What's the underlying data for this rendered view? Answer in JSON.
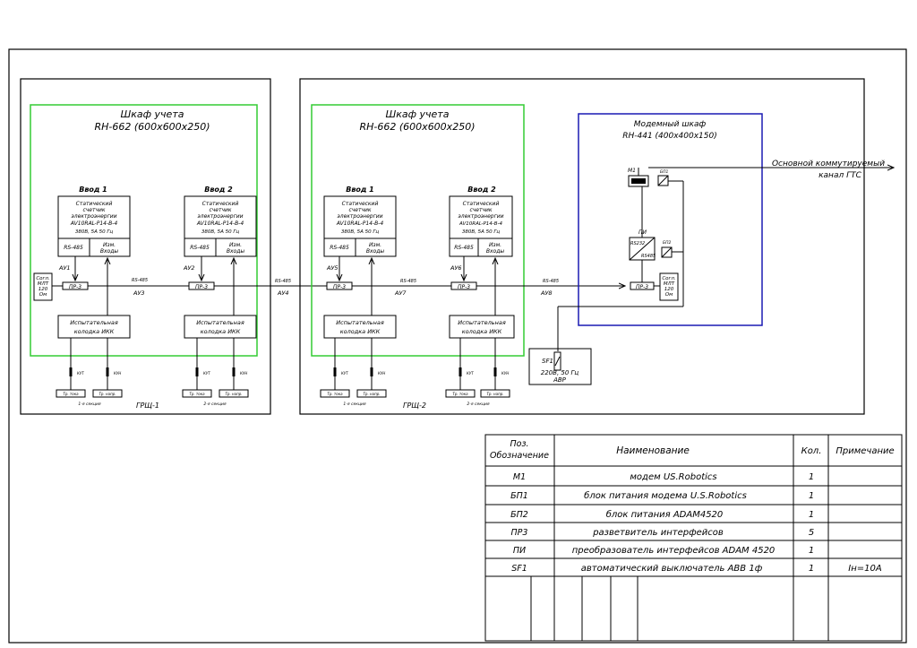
{
  "colors": {
    "cabinet_frame": "#33cc33",
    "modem_frame": "#1a1ab3",
    "ink": "#000000"
  },
  "cabinet1": {
    "title": "Шкаф учета",
    "subtitle": "RH-662 (600x600x250)",
    "label": "ГРЩ-1",
    "meter1_title": "Ввод 1",
    "meter2_title": "Ввод 2",
    "sec1": "1-я секция",
    "sec2": "2-я секция"
  },
  "cabinet2": {
    "title": "Шкаф учета",
    "subtitle": "RH-662 (600x600x250)",
    "label": "ГРЩ-2",
    "meter1_title": "Ввод 1",
    "meter2_title": "Ввод 2",
    "sec1": "1-я секция",
    "sec2": "2-я секция"
  },
  "meter": {
    "line1": "Статический",
    "line2": "счетчик",
    "line3": "электроэнергии",
    "model_a": "AV10RAL-P14-B-4",
    "model_b": "AV10RAL-P14-B-4",
    "rating": "380В, 5А 50 Гц",
    "port": "RS-485",
    "inputs_1": "Изм.",
    "inputs_2": "Входы"
  },
  "test_block": {
    "line1": "Испытательная",
    "line2": "колодка ИКК"
  },
  "splitter": "ПР-3",
  "resistor": {
    "l1": "Согл.",
    "l2": "МЛТ",
    "l3": "120",
    "l4": "Ом"
  },
  "bus": {
    "rs485": "RS-485"
  },
  "au": {
    "au1": "АУ1",
    "au2": "АУ2",
    "au3": "АУ3",
    "au4": "АУ4",
    "au5": "АУ5",
    "au6": "АУ6",
    "au7": "АУ7",
    "au8": "АУ8"
  },
  "terminals": {
    "t1": "Тр. тока",
    "t2": "Тр. напр.",
    "w1": "КУТ",
    "w2": "КУН"
  },
  "modem": {
    "title": "Модемный шкаф",
    "subtitle": "RH-441 (400x400x150)",
    "m1": "М1",
    "bp1": "БП1",
    "bp2": "БП2",
    "pi": "ПИ",
    "rs232": "RS232",
    "rs485": "RS485",
    "channel_1": "Основной коммутируемый",
    "channel_2": "канал ГТС"
  },
  "sf1": {
    "label": "SF1",
    "rating": "220В, 50 Гц",
    "note": "АВР"
  },
  "spec_table": {
    "headers": {
      "pos_1": "Поз.",
      "pos_2": "Обозначение",
      "name": "Наименование",
      "qty": "Кол.",
      "note": "Примечание"
    },
    "rows": [
      {
        "pos": "М1",
        "name": "модем US.Robotics",
        "qty": "1",
        "note": ""
      },
      {
        "pos": "БП1",
        "name": "блок питания модема U.S.Robotics",
        "qty": "1",
        "note": ""
      },
      {
        "pos": "БП2",
        "name": "блок питания ADAM4520",
        "qty": "1",
        "note": ""
      },
      {
        "pos": "ПР3",
        "name": "разветвитель интерфейсов",
        "qty": "5",
        "note": ""
      },
      {
        "pos": "ПИ",
        "name": "преобразователь интерфейсов ADAM 4520",
        "qty": "1",
        "note": ""
      },
      {
        "pos": "SF1",
        "name": "автоматический выключатель ABB 1ф",
        "qty": "1",
        "note": "Iн=10А"
      }
    ]
  }
}
